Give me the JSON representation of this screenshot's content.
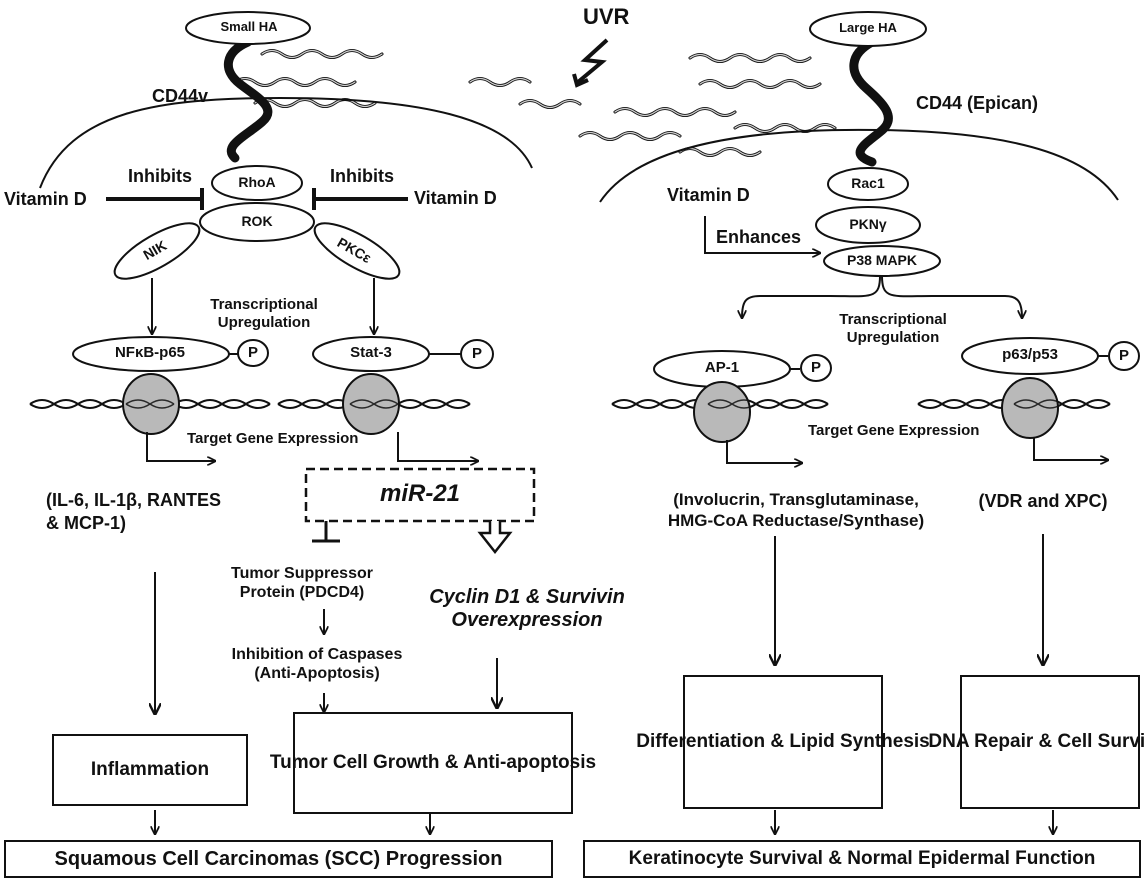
{
  "left_pathway": {
    "receptor_ligand": "Small HA",
    "receptor": "CD44v",
    "inhibits_left": "Inhibits",
    "inhibits_right": "Inhibits",
    "vitamin_d_left": "Vitamin D",
    "vitamin_d_right": "Vitamin D",
    "rhoa": "RhoA",
    "rok": "ROK",
    "nik": "NIK",
    "pkc": "PKCε",
    "transcriptional_upregulation": "Transcriptional\nUpregulation",
    "nfkb": "NFκB-p65",
    "stat3": "Stat-3",
    "phospho": "P",
    "target_gene_expression": "Target Gene Expression",
    "cytokines": "(IL-6, IL-1β, RANTES\n& MCP-1)",
    "mir21": "miR-21",
    "tumor_suppressor": "Tumor Suppressor\nProtein (PDCD4)",
    "cyclin": "Cyclin D1 & Survivin\nOverexpression",
    "caspases": "Inhibition of Caspases\n(Anti-Apoptosis)",
    "inflammation": "Inflammation",
    "tumor_growth": "Tumor Cell Growth\n&\nAnti-apoptosis",
    "outcome": "Squamous Cell Carcinomas (SCC) Progression"
  },
  "uvr": "UVR",
  "right_pathway": {
    "receptor_ligand": "Large HA",
    "receptor": "CD44 (Epican)",
    "vitamin_d": "Vitamin D",
    "enhances": "Enhances",
    "rac1": "Rac1",
    "pkn": "PKNγ",
    "p38": "P38 MAPK",
    "transcriptional_upregulation": "Transcriptional\nUpregulation",
    "ap1": "AP-1",
    "p63": "p63/p53",
    "phospho": "P",
    "target_gene_expression": "Target Gene Expression",
    "genes_left": "(Involucrin, Transglutaminase,\nHMG-CoA Reductase/Synthase)",
    "genes_right": "(VDR and XPC)",
    "differentiation": "Differentiation\n&\nLipid Synthesis",
    "dna_repair": "DNA Repair\n&\nCell Survival",
    "outcome": "Keratinocyte Survival & Normal Epidermal Function"
  }
}
